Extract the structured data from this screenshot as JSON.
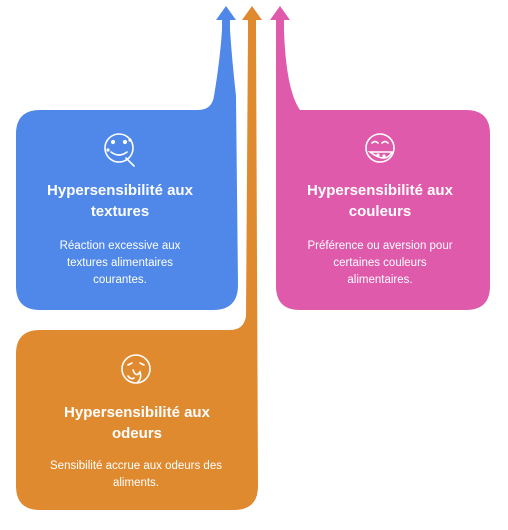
{
  "colors": {
    "blue": "#4f88e8",
    "orange": "#e08a30",
    "pink": "#df5aab",
    "text": "#ffffff"
  },
  "cards": [
    {
      "id": "textures",
      "color": "blue",
      "icon": "face-texture-icon",
      "title": "Hypersensibilité aux textures",
      "description": "Réaction excessive aux textures alimentaires courantes."
    },
    {
      "id": "couleurs",
      "color": "pink",
      "icon": "face-watermelon-icon",
      "title": "Hypersensibilité aux couleurs",
      "description": "Préférence ou aversion pour certaines couleurs alimentaires."
    },
    {
      "id": "odeurs",
      "color": "orange",
      "icon": "face-smell-icon",
      "title": "Hypersensibilité aux odeurs",
      "description": "Sensibilité accrue aux odeurs des aliments."
    }
  ]
}
